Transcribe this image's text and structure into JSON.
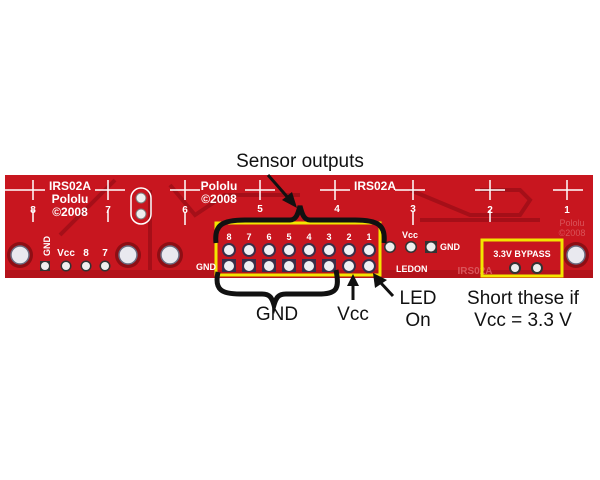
{
  "title": "Pololu QTR-8 reflectance sensor board pinout",
  "colors": {
    "board": "#c8161f",
    "board_dark": "#a50f18",
    "silkscreen": "#ffffff",
    "highlight": "#f2e600",
    "annotation": "#111111"
  },
  "board": {
    "silk_left": {
      "part": "IRS02A",
      "brand": "Pololu",
      "year": "©2008"
    },
    "silk_middle": {
      "brand": "Pololu",
      "year": "©2008"
    },
    "silk_right": {
      "part": "IRS02A"
    },
    "silk_faded_right": {
      "brand": "Pololu",
      "year": "©2008"
    },
    "silk_faded_bottom": "IRS02A",
    "sensor_numbers": [
      "8",
      "7",
      "6",
      "5",
      "4",
      "3",
      "2",
      "1"
    ],
    "left_header": {
      "gnd": "GND",
      "vcc": "Vcc",
      "p8": "8",
      "p7": "7"
    },
    "main_header": {
      "output_labels": [
        "8",
        "7",
        "6",
        "5",
        "4",
        "3",
        "2",
        "1"
      ],
      "gnd_label": "GND",
      "vcc_label": "Vcc",
      "ledon_label": "LEDON",
      "gnd_right_label": "GND"
    },
    "bypass_label": "3.3V BYPASS"
  },
  "annotations": {
    "sensor_outputs": "Sensor outputs",
    "gnd": "GND",
    "vcc": "Vcc",
    "led_on_line1": "LED",
    "led_on_line2": "On",
    "short_line1": "Short these if",
    "short_line2": "Vcc = 3.3 V"
  }
}
